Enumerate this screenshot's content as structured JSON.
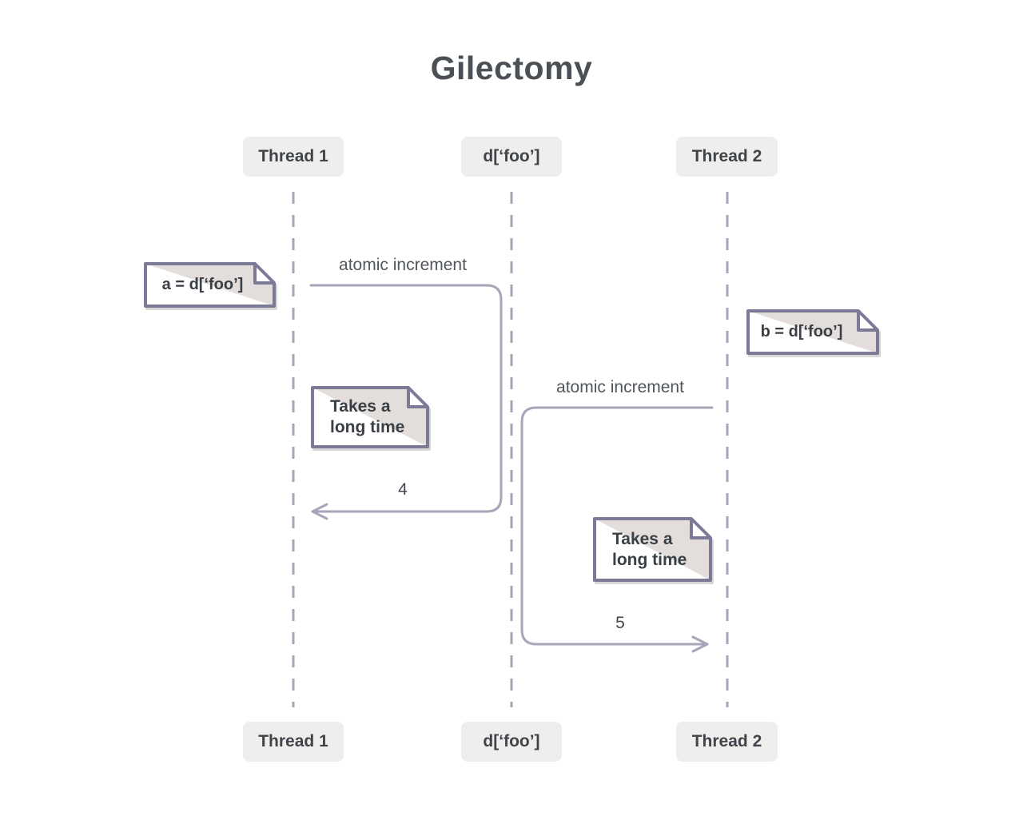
{
  "title": "Gilectomy",
  "colors": {
    "line": "#a7a5b8",
    "note_border": "#7d7a98",
    "note_shade": "#e3dedb",
    "box_bg": "#efeeec",
    "text_dark": "#3f444a"
  },
  "participants": {
    "thread1": "Thread 1",
    "dict": "d[‘foo’]",
    "thread2": "Thread 2"
  },
  "notes": {
    "a_assign": "a = d[‘foo’]",
    "b_assign": "b = d[‘foo’]",
    "takes_long_left": "Takes a long time",
    "takes_long_right": "Takes a long time"
  },
  "messages": {
    "call1_label": "atomic increment",
    "call1_result": "4",
    "call2_label": "atomic increment",
    "call2_result": "5"
  }
}
